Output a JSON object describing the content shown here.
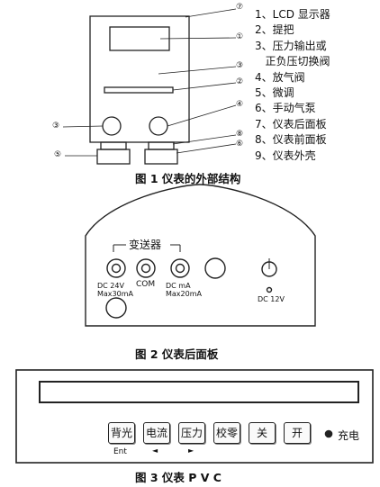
{
  "fig1": {
    "legend": [
      "1、LCD 显示器",
      "2、提把",
      "3、压力输出或",
      "   正负压切换阀",
      "4、放气阀",
      "5、微调",
      "6、手动气泵",
      "7、仪表后面板",
      "8、仪表前面板",
      "9、仪表外壳"
    ],
    "callouts": [
      "⑦",
      "①",
      "③",
      "②",
      "④",
      "③",
      "⑧",
      "⑥",
      "⑤"
    ],
    "caption": "图 1   仪表的外部结构"
  },
  "fig2": {
    "transmitter_label": "变送器",
    "com_label": "COM",
    "left_jack_label": [
      "DC  24V",
      "Max30mA"
    ],
    "right_jack_label": [
      "DC  mA",
      "Max20mA"
    ],
    "dc_label": "DC 12V",
    "caption": "图 2   仪表后面板"
  },
  "fig3": {
    "keys": [
      "背光",
      "电流",
      "压力",
      "校零",
      "关",
      "开"
    ],
    "ent_label": "Ent",
    "left_arrow": "◄",
    "right_arrow": "►",
    "charge_label": "充电",
    "caption": "图 3   仪表 P V C"
  }
}
